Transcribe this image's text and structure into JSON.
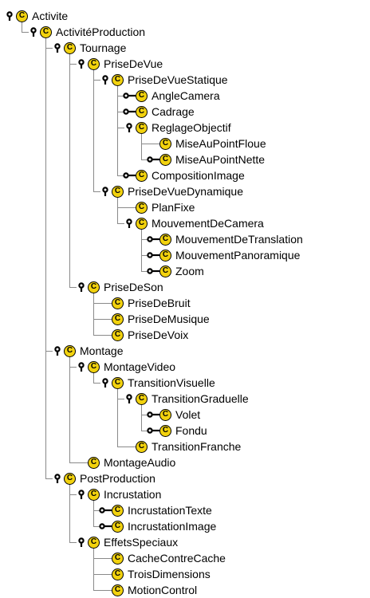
{
  "tree": {
    "class_icon_glyph": "C",
    "class_icon_color": "#f2d20e",
    "nodes": [
      {
        "label": "Activite",
        "level": 0,
        "expander": "expanded",
        "icon": "class-icon"
      },
      {
        "label": "ActivitéProduction",
        "level": 1,
        "expander": "expanded",
        "icon": "class-icon"
      },
      {
        "label": "Tournage",
        "level": 2,
        "expander": "expanded",
        "icon": "class-icon"
      },
      {
        "label": "PriseDeVue",
        "level": 3,
        "expander": "expanded",
        "icon": "class-icon"
      },
      {
        "label": "PriseDeVueStatique",
        "level": 4,
        "expander": "expanded",
        "icon": "class-icon"
      },
      {
        "label": "AngleCamera",
        "level": 5,
        "expander": "collapsed",
        "icon": "class-icon"
      },
      {
        "label": "Cadrage",
        "level": 5,
        "expander": "collapsed",
        "icon": "class-icon"
      },
      {
        "label": "ReglageObjectif",
        "level": 5,
        "expander": "expanded",
        "icon": "class-icon"
      },
      {
        "label": "MiseAuPointFloue",
        "level": 6,
        "expander": "none",
        "icon": "class-icon"
      },
      {
        "label": "MiseAuPointNette",
        "level": 6,
        "expander": "collapsed",
        "icon": "class-icon"
      },
      {
        "label": "CompositionImage",
        "level": 5,
        "expander": "collapsed",
        "icon": "class-icon"
      },
      {
        "label": "PriseDeVueDynamique",
        "level": 4,
        "expander": "expanded",
        "icon": "class-icon"
      },
      {
        "label": "PlanFixe",
        "level": 5,
        "expander": "none",
        "icon": "class-icon"
      },
      {
        "label": "MouvementDeCamera",
        "level": 5,
        "expander": "expanded",
        "icon": "class-icon"
      },
      {
        "label": "MouvementDeTranslation",
        "level": 6,
        "expander": "collapsed",
        "icon": "class-icon"
      },
      {
        "label": "MouvementPanoramique",
        "level": 6,
        "expander": "collapsed",
        "icon": "class-icon"
      },
      {
        "label": "Zoom",
        "level": 6,
        "expander": "collapsed",
        "icon": "class-icon"
      },
      {
        "label": "PriseDeSon",
        "level": 3,
        "expander": "expanded",
        "icon": "class-icon"
      },
      {
        "label": "PriseDeBruit",
        "level": 4,
        "expander": "none",
        "icon": "class-icon"
      },
      {
        "label": "PriseDeMusique",
        "level": 4,
        "expander": "none",
        "icon": "class-icon"
      },
      {
        "label": "PriseDeVoix",
        "level": 4,
        "expander": "none",
        "icon": "class-icon"
      },
      {
        "label": "Montage",
        "level": 2,
        "expander": "expanded",
        "icon": "class-icon"
      },
      {
        "label": "MontageVideo",
        "level": 3,
        "expander": "expanded",
        "icon": "class-icon"
      },
      {
        "label": "TransitionVisuelle",
        "level": 4,
        "expander": "expanded",
        "icon": "class-icon"
      },
      {
        "label": "TransitionGraduelle",
        "level": 5,
        "expander": "expanded",
        "icon": "class-icon"
      },
      {
        "label": "Volet",
        "level": 6,
        "expander": "collapsed",
        "icon": "class-icon"
      },
      {
        "label": "Fondu",
        "level": 6,
        "expander": "collapsed",
        "icon": "class-icon"
      },
      {
        "label": "TransitionFranche",
        "level": 5,
        "expander": "none",
        "icon": "class-icon"
      },
      {
        "label": "MontageAudio",
        "level": 3,
        "expander": "none",
        "icon": "class-icon"
      },
      {
        "label": "PostProduction",
        "level": 2,
        "expander": "expanded",
        "icon": "class-icon"
      },
      {
        "label": "Incrustation",
        "level": 3,
        "expander": "expanded",
        "icon": "class-icon"
      },
      {
        "label": "IncrustationTexte",
        "level": 4,
        "expander": "collapsed",
        "icon": "class-icon"
      },
      {
        "label": "IncrustationImage",
        "level": 4,
        "expander": "collapsed",
        "icon": "class-icon"
      },
      {
        "label": "EffetsSpeciaux",
        "level": 3,
        "expander": "expanded",
        "icon": "class-icon"
      },
      {
        "label": "CacheContreCache",
        "level": 4,
        "expander": "none",
        "icon": "class-icon"
      },
      {
        "label": "TroisDimensions",
        "level": 4,
        "expander": "none",
        "icon": "class-icon"
      },
      {
        "label": "MotionControl",
        "level": 4,
        "expander": "none",
        "icon": "class-icon"
      }
    ]
  }
}
